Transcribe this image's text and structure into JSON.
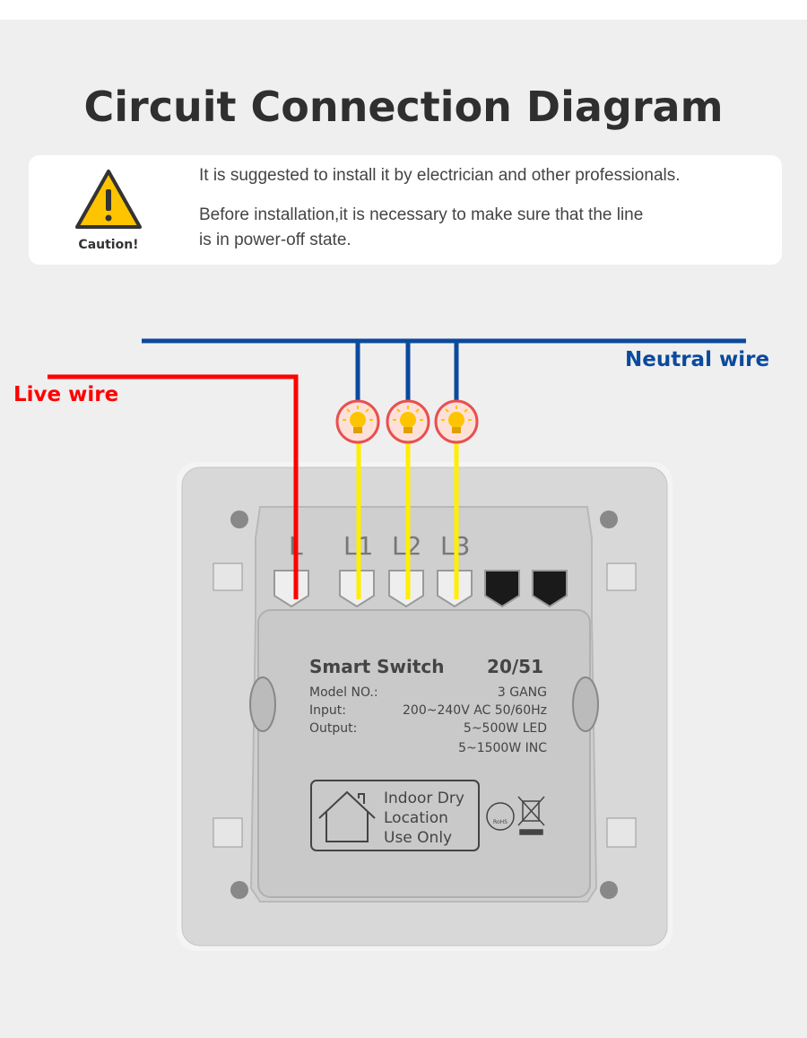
{
  "title": "Circuit Connection Diagram",
  "caution": {
    "label": "Caution!",
    "line1": "It is suggested to install it by electrician and other professionals.",
    "line2": "Before installation,it is necessary to make sure that the line",
    "line3": "is in power-off state."
  },
  "wires": {
    "neutral_label": "Neutral wire",
    "live_label": "Live wire",
    "neutral_color": "#0b4a9c",
    "live_color": "#ff0000",
    "load_color": "#ffee00"
  },
  "switch": {
    "terminals": [
      "L",
      "L1",
      "L2",
      "L3"
    ],
    "product": "Smart Switch",
    "code": "20/51",
    "model_label": "Model NO.:",
    "model_value": "3 GANG",
    "input_label": "Input:",
    "input_value": "200~240V AC 50/60Hz",
    "output_label": "Output:",
    "output_value1": "5~500W LED",
    "output_value2": "5~1500W INC",
    "indoor1": "Indoor Dry",
    "indoor2": "Location",
    "indoor3": "Use Only",
    "rohs": "RoHS"
  }
}
